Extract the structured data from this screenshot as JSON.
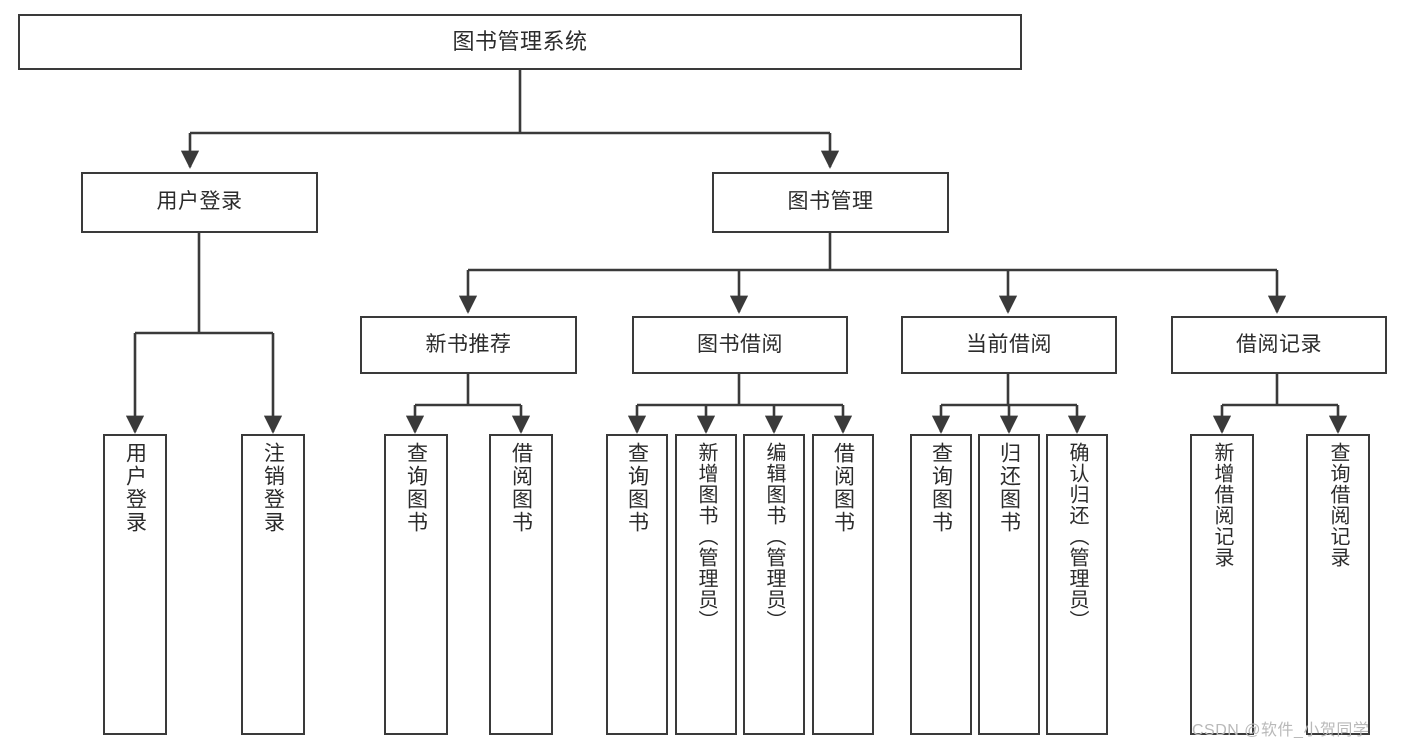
{
  "diagram": {
    "type": "tree",
    "title": "图书管理系统",
    "orientation": "top-down",
    "colors": {
      "box_border": "#3a3a3a",
      "box_fill": "#ffffff",
      "edge": "#3a3a3a",
      "text": "#2b2b2b",
      "watermark": "#b9b9b9",
      "background": "#ffffff"
    },
    "root": {
      "label": "图书管理系统"
    },
    "level2": [
      {
        "label": "用户登录"
      },
      {
        "label": "图书管理"
      }
    ],
    "level3": [
      {
        "label": "新书推荐"
      },
      {
        "label": "图书借阅"
      },
      {
        "label": "当前借阅"
      },
      {
        "label": "借阅记录"
      }
    ],
    "leaves": {
      "user_login": [
        {
          "label": "用户登录"
        },
        {
          "label": "注销登录"
        }
      ],
      "new_book": [
        {
          "label": "查询图书"
        },
        {
          "label": "借阅图书"
        }
      ],
      "book_borrow": [
        {
          "label": "查询图书"
        },
        {
          "label": "新增图书（管理员）"
        },
        {
          "label": "编辑图书（管理员）"
        },
        {
          "label": "借阅图书"
        }
      ],
      "current_borrow": [
        {
          "label": "查询图书"
        },
        {
          "label": "归还图书"
        },
        {
          "label": "确认归还（管理员）"
        }
      ],
      "borrow_record": [
        {
          "label": "新增借阅记录"
        },
        {
          "label": "查询借阅记录"
        }
      ]
    }
  },
  "watermark": {
    "text": "CSDN @软件_小贺同学"
  }
}
